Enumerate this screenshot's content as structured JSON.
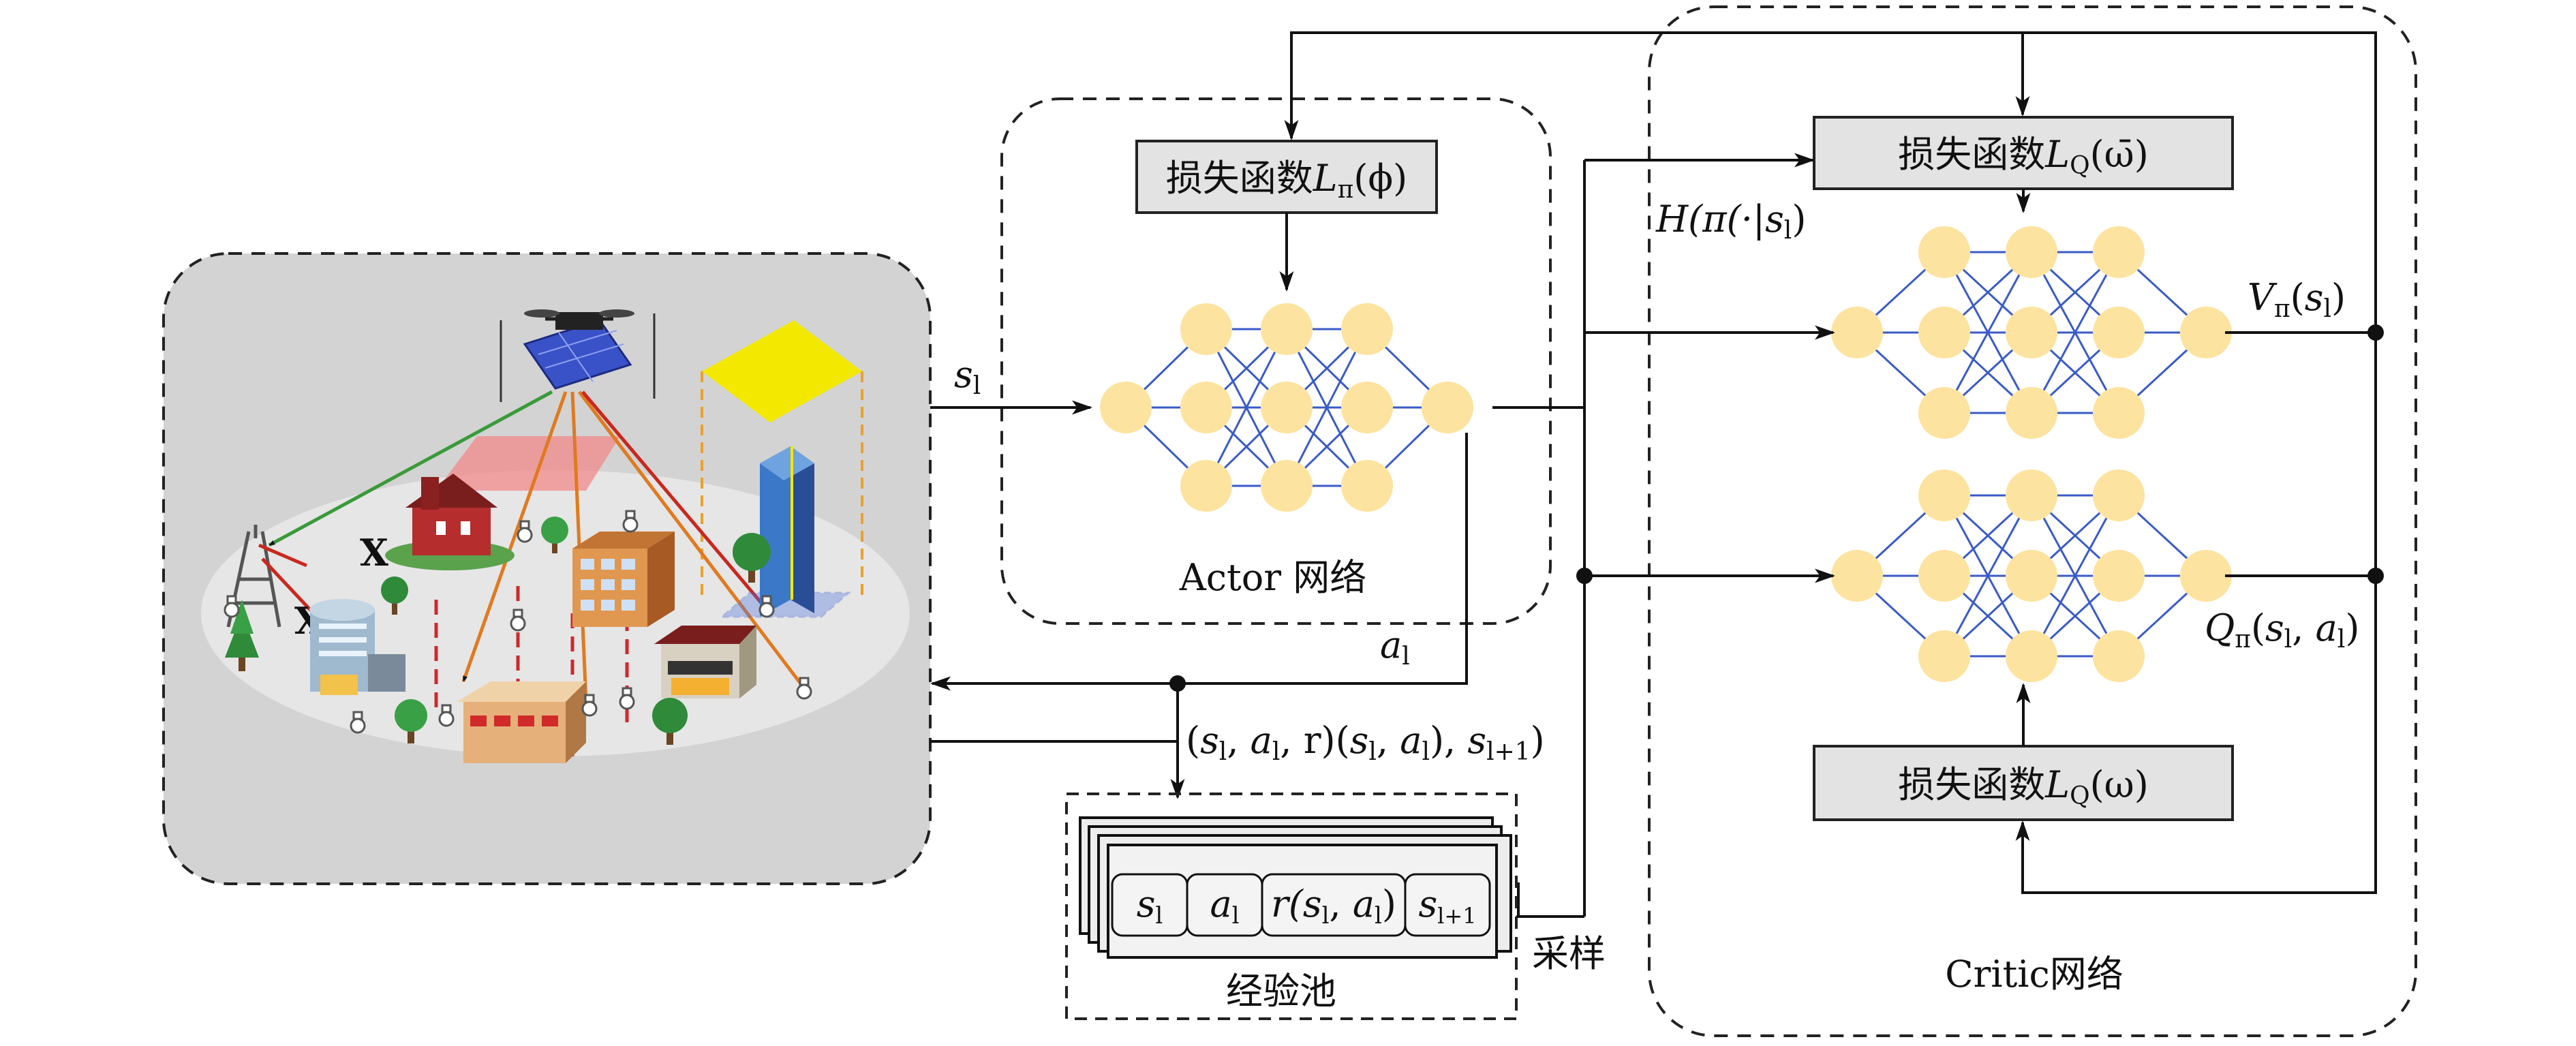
{
  "env": {
    "colors": {
      "panel": "#d3d3d3",
      "ground": "#e4e4e4",
      "beam_green": "#3a9a3a",
      "beam_orange": "#e07a20",
      "beam_red": "#c8281e",
      "coverage_yellow": "#f3e800"
    },
    "icons": [
      "uav-icon",
      "base-station-icon",
      "house-icon",
      "building-icon",
      "factory-icon",
      "skyscraper-icon",
      "tree-icon",
      "user-device-icon"
    ],
    "block_mark": "X"
  },
  "actor": {
    "title": "Actor 网络",
    "loss_label": "损失函数",
    "loss_symbol": "L",
    "loss_sub": "π",
    "loss_arg": "(ϕ)"
  },
  "critic": {
    "title": "Critic网络",
    "loss_bar_label": "损失函数",
    "loss_bar_symbol": "L",
    "loss_bar_sub": "Q",
    "loss_bar_arg": "(ω̄)",
    "loss_label": "损失函数",
    "loss_symbol": "L",
    "loss_sub": "Q",
    "loss_arg": "(ω)",
    "entropy": {
      "prefix": "H(π(·|",
      "var": "s",
      "sub": "l",
      "close": ")"
    },
    "v_out": {
      "var": "V",
      "sub": "π",
      "open": "(",
      "arg": "s",
      "arg_sub": "l",
      "close": ")"
    },
    "q_out": {
      "var": "Q",
      "sub": "π",
      "open": "(",
      "a1": "s",
      "a1_sub": "l",
      "sep": ", ",
      "a2": "a",
      "a2_sub": "l",
      "close": ")"
    }
  },
  "signals": {
    "state": {
      "var": "s",
      "sub": "l"
    },
    "action": {
      "var": "a",
      "sub": "l"
    },
    "transition": {
      "t1": "(",
      "v1": "s",
      "s1": "l",
      "t2": ", ",
      "v2": "a",
      "s2": "l",
      "t3": ", r)(",
      "v3": "s",
      "s3": "l",
      "t4": ", ",
      "v4": "a",
      "s4": "l",
      "t5": "), ",
      "v5": "s",
      "s5": "l+1",
      "t6": ")"
    }
  },
  "buffer": {
    "title": "经验池",
    "sample_label": "采样",
    "cells": {
      "c1": {
        "var": "s",
        "sub": "l"
      },
      "c2": {
        "var": "a",
        "sub": "l"
      },
      "c3": {
        "pre": "r(",
        "v1": "s",
        "s1": "l",
        "mid": ", ",
        "v2": "a",
        "s2": "l",
        "post": ")"
      },
      "c4": {
        "var": "s",
        "sub": "l+1"
      }
    }
  },
  "network_style": {
    "node_fill": "#fde3a0",
    "edge_color": "#3a5bc7"
  }
}
